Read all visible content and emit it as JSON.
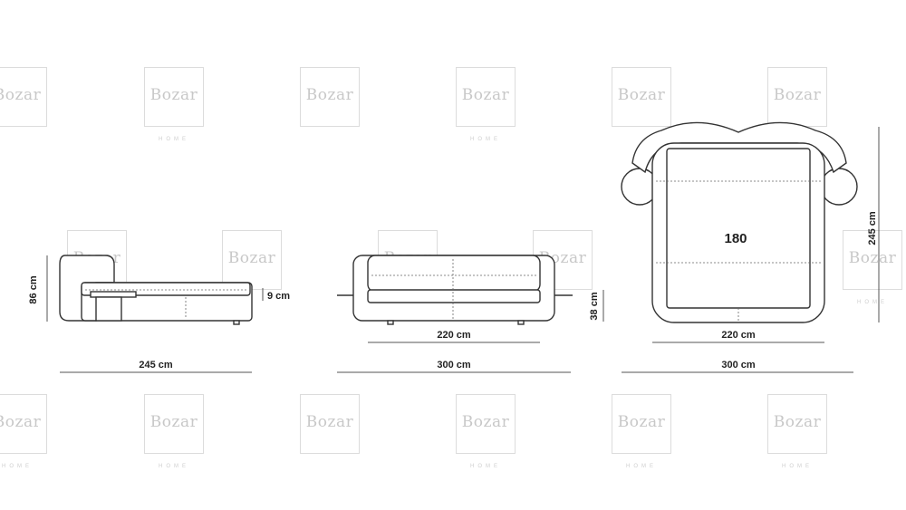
{
  "watermark": {
    "brand": "Bozar",
    "sub": "HOME"
  },
  "dimensions": {
    "side_view": {
      "height": "86 cm",
      "base": "9 cm",
      "length": "245 cm"
    },
    "front_view": {
      "inner_width": "220 cm",
      "outer_width": "300 cm",
      "height": "38 cm"
    },
    "top_view": {
      "mattress": "180",
      "inner_width": "220 cm",
      "outer_width": "300 cm",
      "length": "245 cm"
    }
  },
  "colors": {
    "line": "#555555",
    "outline": "#333333",
    "watermark": "#c8c8c8"
  }
}
